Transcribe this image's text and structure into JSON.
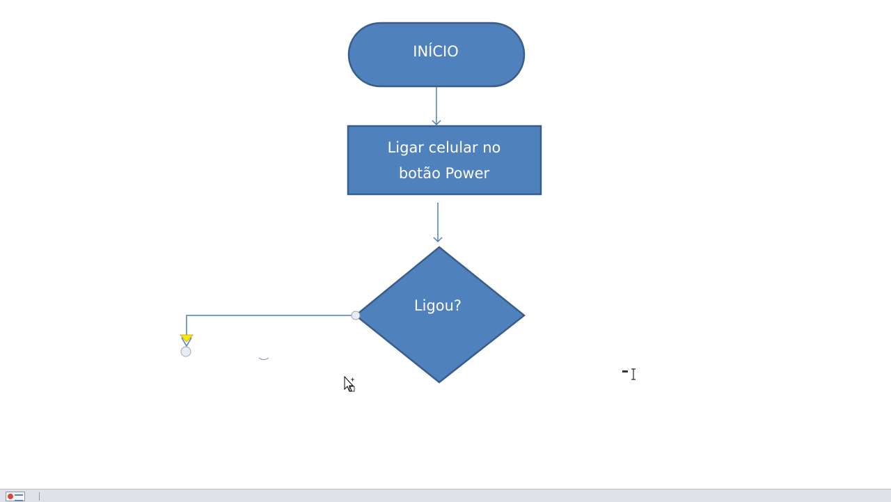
{
  "flowchart": {
    "start_label": "INÍCIO",
    "process_line1": "Ligar celular no",
    "process_line2": "botão Power",
    "decision_label": "Ligou?"
  },
  "colors": {
    "shape_fill": "#4f81bd",
    "shape_border": "#385d8a",
    "connector": "#4a7ebb",
    "adjust_handle": "#ffe600",
    "text": "#ffffff"
  },
  "cursor": {
    "mouse_icon": "move-pointer-icon",
    "text_icon": "text-ibeam-icon"
  },
  "taskbar": {
    "app_icon": "presentation-app-icon"
  }
}
